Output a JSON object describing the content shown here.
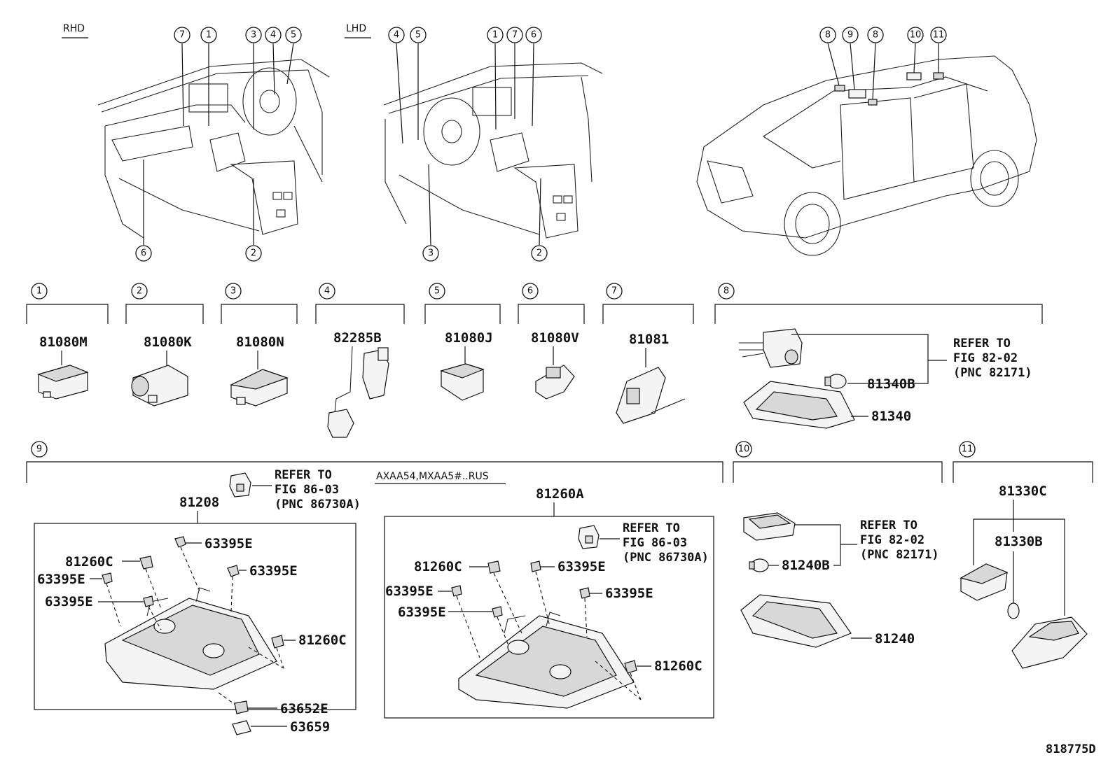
{
  "views": {
    "rhd_label": "RHD",
    "lhd_label": "LHD"
  },
  "callouts": [
    "1",
    "2",
    "3",
    "4",
    "5",
    "6",
    "7",
    "8",
    "9",
    "10",
    "11"
  ],
  "parts": {
    "p1": "81080M",
    "p2": "81080K",
    "p3": "81080N",
    "p4": "82285B",
    "p5": "81080J",
    "p6": "81080V",
    "p7": "81081",
    "p8_bulb": "81340B",
    "p8_lamp": "81340",
    "p9_left": "81208",
    "p9_right": "81260A",
    "p10_bulb": "81240B",
    "p10_lamp": "81240",
    "p11_assy": "81330C",
    "p11_bulb": "81330B",
    "clip_63395E": "63395E",
    "clip_81260C": "81260C",
    "p_63652E": "63652E",
    "p_63659": "63659"
  },
  "refs": {
    "r8": {
      "line1": "REFER TO",
      "line2": "FIG 82-02",
      "line3": "(PNC 82171)"
    },
    "r9a": {
      "line1": "REFER TO",
      "line2": "FIG 86-03",
      "line3": "(PNC 86730A)"
    },
    "r9b": {
      "line1": "REFER TO",
      "line2": "FIG 86-03",
      "line3": "(PNC 86730A)"
    },
    "r10": {
      "line1": "REFER TO",
      "line2": "FIG 82-02",
      "line3": "(PNC 82171)"
    }
  },
  "variant_note": "AXAA54,MXAA5#..RUS",
  "figure_id": "818775D"
}
